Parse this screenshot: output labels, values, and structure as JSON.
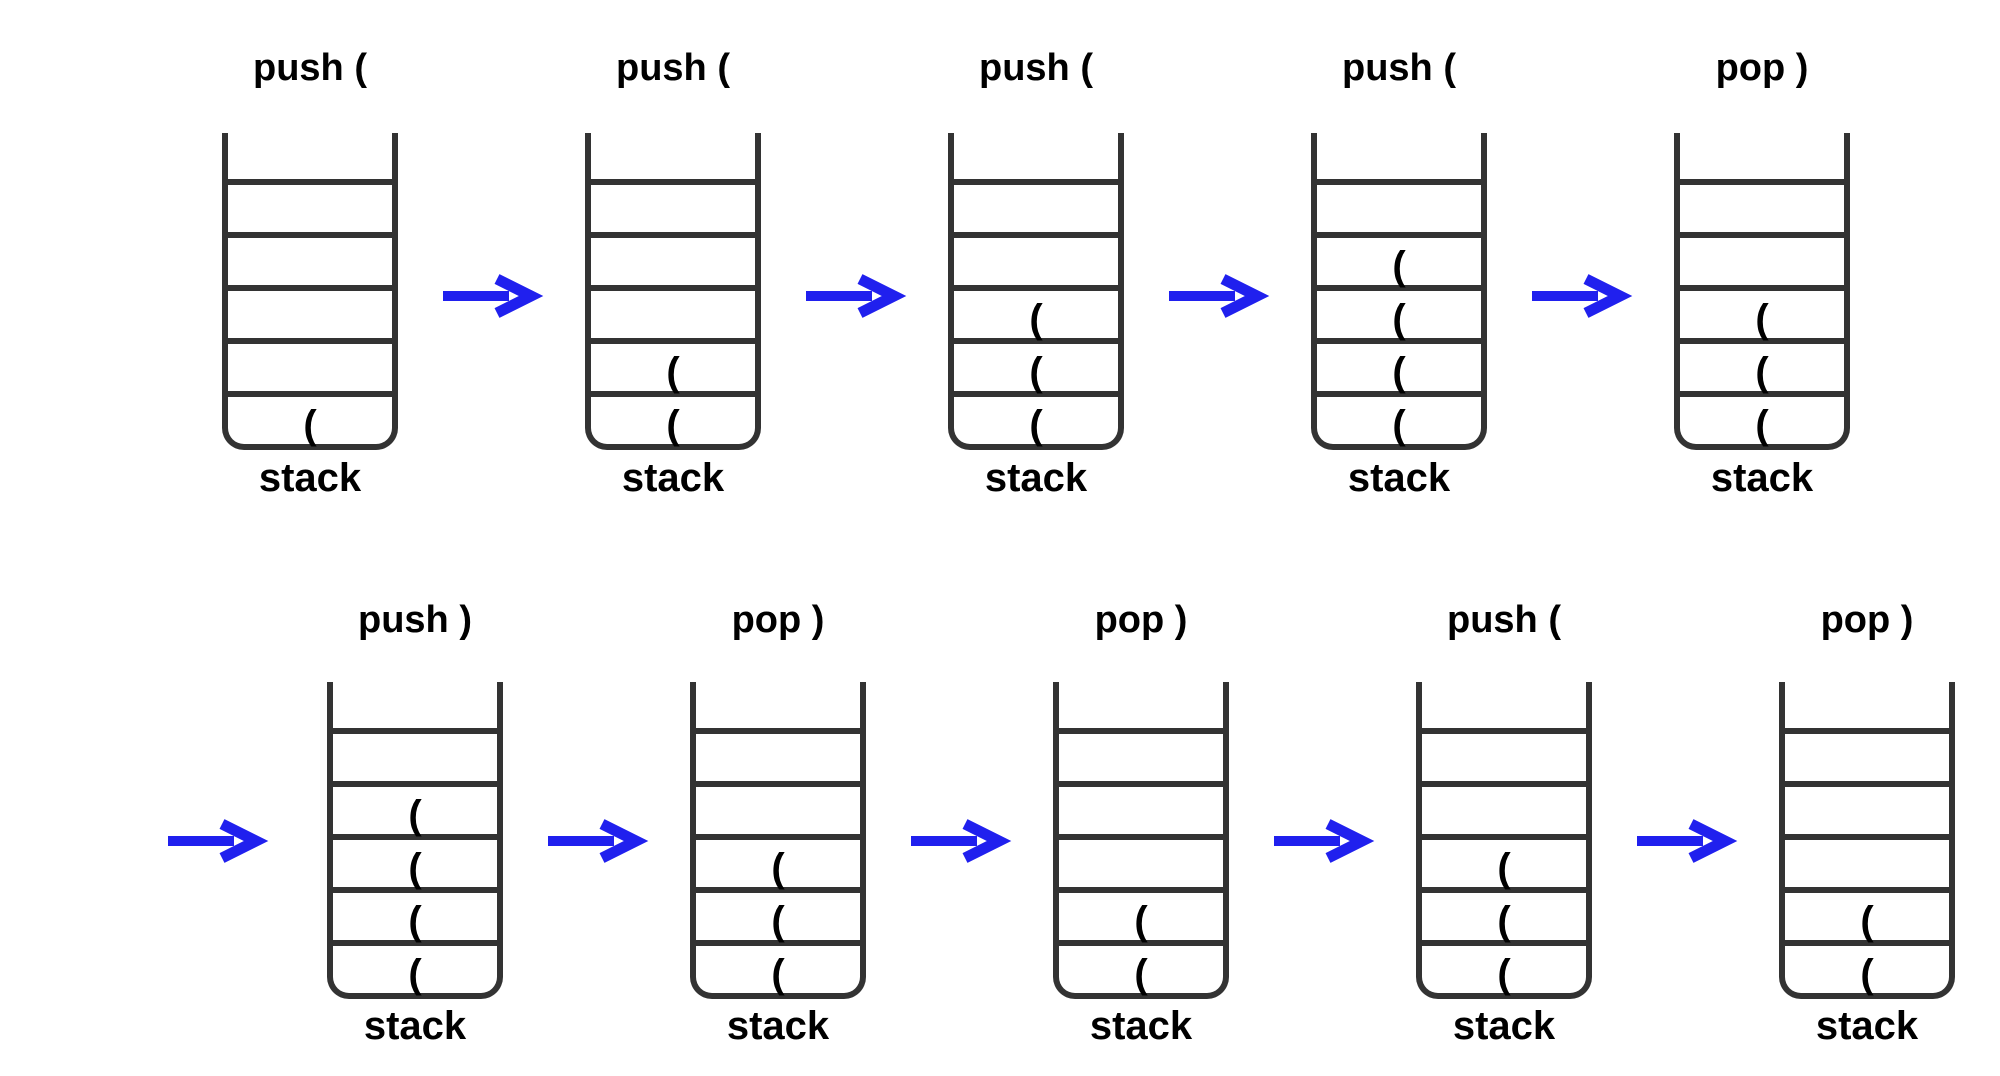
{
  "title": "stack push/pop parentheses diagram",
  "palette": {
    "line": "#333333",
    "text": "#000000",
    "arrow_blue": "#2020ee",
    "background": "#ffffff"
  },
  "stack_caption": "stack",
  "rows": [
    {
      "items": [
        {
          "op": "push (",
          "arrow_before": false,
          "slots": [
            "",
            "",
            "",
            "",
            "",
            "("
          ]
        },
        {
          "op": "push (",
          "arrow_before": true,
          "slots": [
            "",
            "",
            "",
            "",
            "(",
            "("
          ]
        },
        {
          "op": "push (",
          "arrow_before": true,
          "slots": [
            "",
            "",
            "",
            "(",
            "(",
            "("
          ]
        },
        {
          "op": "push (",
          "arrow_before": true,
          "slots": [
            "",
            "",
            "(",
            "(",
            "(",
            "("
          ]
        },
        {
          "op": "pop )",
          "arrow_before": true,
          "slots": [
            "",
            "",
            "",
            "(",
            "(",
            "("
          ]
        }
      ]
    },
    {
      "items": [
        {
          "op": "push )",
          "arrow_before": true,
          "slots": [
            "",
            "",
            "(",
            "(",
            "(",
            "("
          ]
        },
        {
          "op": "pop )",
          "arrow_before": true,
          "slots": [
            "",
            "",
            "",
            "(",
            "(",
            "("
          ]
        },
        {
          "op": "pop )",
          "arrow_before": true,
          "slots": [
            "",
            "",
            "",
            "",
            "(",
            "("
          ]
        },
        {
          "op": "push (",
          "arrow_before": true,
          "slots": [
            "",
            "",
            "",
            "(",
            "(",
            "("
          ]
        },
        {
          "op": "pop )",
          "arrow_before": true,
          "slots": [
            "",
            "",
            "",
            "",
            "(",
            "("
          ]
        }
      ]
    }
  ]
}
